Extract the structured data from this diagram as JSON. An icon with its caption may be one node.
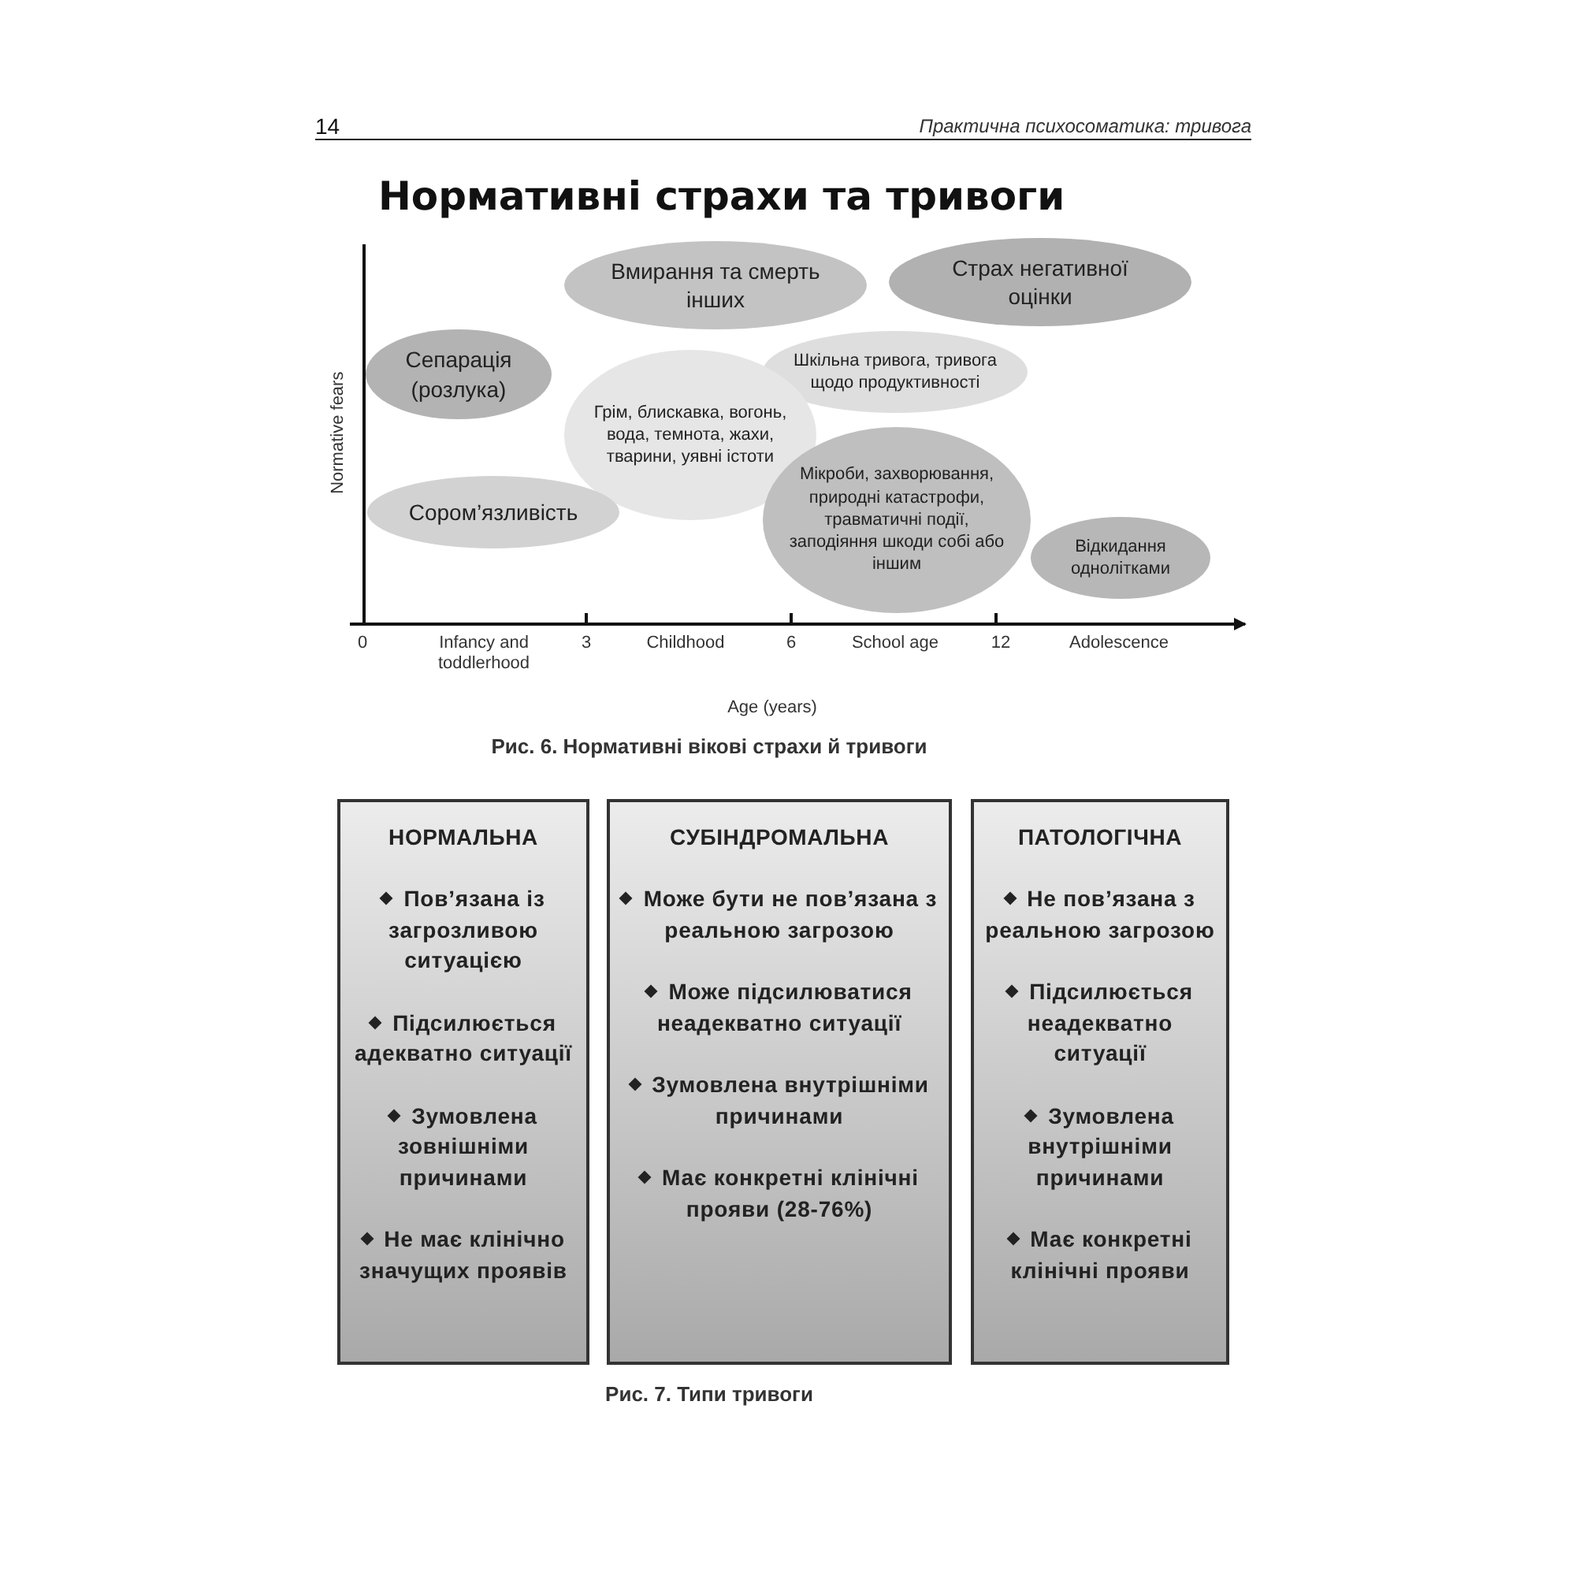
{
  "diagram": {
    "title": "Нормативні страхи та тривоги",
    "nodes": [
      {
        "text": [
          "Вмирання та смерть інших"
        ]
      },
      {
        "text": [
          "Страх негативної оцінки"
        ]
      },
      {
        "text": [
          "Сепарація (розлука)"
        ]
      },
      {
        "text": [
          "Шкільна тривога, тривога щодо продуктивності"
        ]
      },
      {
        "text": [
          "Грім, блискавка, вогонь, вода, темнота, жахи, тварини, уявні істоти"
        ]
      },
      {
        "text": [
          "Сором’язливість"
        ]
      },
      {
        "text": [
          "Мікроби, захворювання, природні катастрофи, травматичні події, заподіяння шкоди собі або іншим"
        ]
      },
      {
        "text": [
          "Відкидання однолітками"
        ]
      },
      {
        "text": [
          "НОРМАЛЬНА",
          "Пов’язана із загрозливою ситуацією",
          "Підсилюється адекватно ситуації",
          "Зумовлена зовнішніми причинами",
          "Не має клінічно значущих проявів"
        ]
      },
      {
        "text": [
          "СУБІНДРОМАЛЬНА",
          "Може бути не пов’язана з реальною загрозою",
          "Може підсилюватися неадекватно ситуації",
          "Зумовлена внутрішніми причинами",
          "Має конкретні клінічні прояви (28-76%)"
        ]
      },
      {
        "text": [
          "ПАТОЛОГІЧНА",
          "Не пов’язана з реальною загрозою",
          "Підсилюється неадекватно ситуації",
          "Зумовлена внутрішніми причинами",
          "Має конкретні клінічні прояви"
        ]
      }
    ],
    "labels": [
      "14",
      "Практична психосоматика: тривога",
      "Normative fears",
      "0",
      "Infancy and toddlerhood",
      "3",
      "Childhood",
      "6",
      "School age",
      "12",
      "Adolescence",
      "Age (years)",
      "Рис. 6. Нормативні вікові страхи й тривоги",
      "Рис. 7. Типи тривоги"
    ]
  }
}
